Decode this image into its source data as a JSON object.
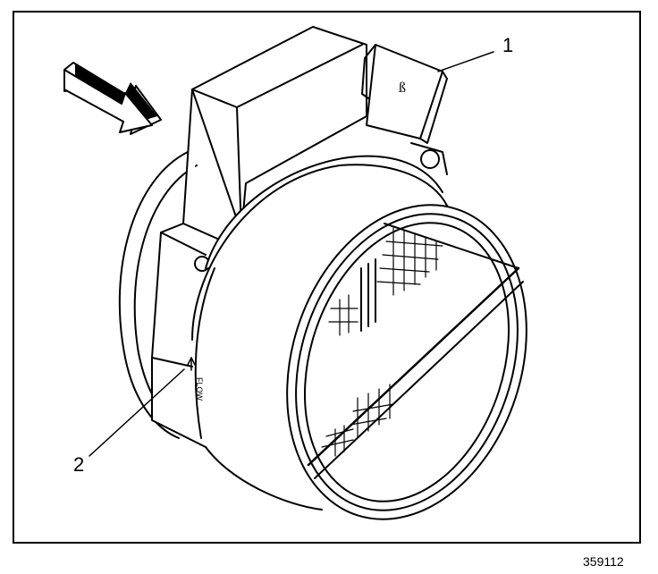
{
  "figure": {
    "id": "359112",
    "callouts": [
      {
        "label": "1",
        "target": "electrical-connector"
      },
      {
        "label": "2",
        "target": "flow-direction-mark"
      }
    ],
    "flow_label": "FLOW"
  },
  "icons": [
    "airflow-direction-arrow-icon"
  ],
  "colors": {
    "line": "#000000",
    "background": "#ffffff"
  }
}
